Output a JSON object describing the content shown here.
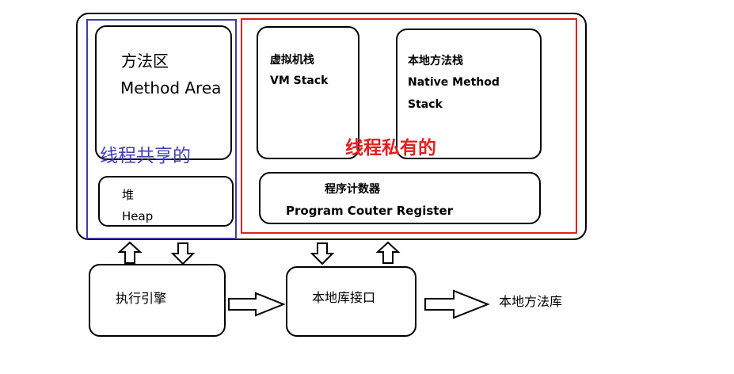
{
  "colors": {
    "shared_border": "#3a3ab0",
    "private_border": "#e02020",
    "shared_text": "#4040b8",
    "private_text": "#e02020"
  },
  "method_area": {
    "cn": "方法区",
    "en": "Method Area"
  },
  "heap": {
    "cn": "堆",
    "en": "Heap"
  },
  "shared_label": "线程共享的",
  "vm_stack": {
    "cn": "虚拟机栈",
    "en": "VM Stack"
  },
  "native_stack": {
    "cn": "本地方法栈",
    "en_line1": "Native Method",
    "en_line2": "Stack"
  },
  "private_label": "线程私有的",
  "pc_register": {
    "cn": "程序计数器",
    "en": "Program Couter Register"
  },
  "exec_engine": "执行引擎",
  "native_interface": "本地库接口",
  "native_library": "本地方法库"
}
